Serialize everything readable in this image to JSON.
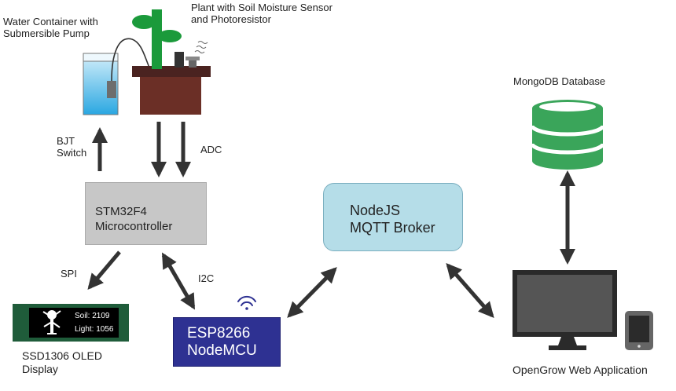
{
  "labels": {
    "water_container": [
      "Water Container with",
      "Submersible Pump"
    ],
    "plant": [
      "Plant with Soil Moisture Sensor",
      "and Photoresistor"
    ],
    "bjt_switch": [
      "BJT",
      "Switch"
    ],
    "adc": "ADC",
    "spi": "SPI",
    "i2c": "I2C",
    "oled_display": [
      "SSD1306 OLED",
      "Display"
    ],
    "mongodb": "MongoDB Database",
    "web_app": "OpenGrow Web Application"
  },
  "nodes": {
    "stm32": [
      "STM32F4",
      "Microcontroller"
    ],
    "esp8266": [
      "ESP8266",
      "NodeMCU"
    ],
    "nodejs": [
      "NodeJS",
      "MQTT Broker"
    ]
  },
  "oled": {
    "soil": "Soil: 2109",
    "light": "Light: 1056"
  },
  "colors": {
    "arrow": "#333333",
    "stm32_fill": "#c7c7c7",
    "esp_fill": "#2e3192",
    "node_fill": "#b5dde8",
    "db_green": "#3aa55a",
    "plant_green": "#1b9a3b",
    "pot_brown": "#6b2f26",
    "water_blue": "#7cc8ee",
    "oled_green": "#1f5c3a"
  },
  "icons": [
    "wifi-icon",
    "database-icon",
    "monitor-icon",
    "tablet-icon",
    "plant-icon",
    "water-container-icon",
    "oled-display-icon",
    "tree-logo-icon"
  ]
}
